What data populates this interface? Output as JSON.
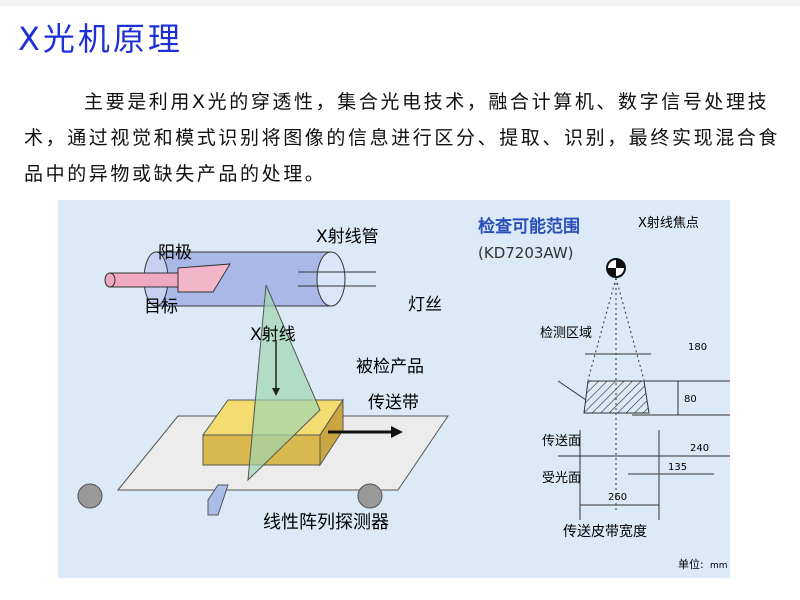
{
  "title": "X光机原理",
  "paragraph": "主要是利用X光的穿透性，集合光电技术，融合计算机、数字信号处理技术，通过视觉和模式识别将图像的信息进行区分、提取、识别，最终实现混合食品中的异物或缺失产品的处理。",
  "left_diagram": {
    "tube": "X射线管",
    "anode": "阳极",
    "target": "目标",
    "filament": "灯丝",
    "xray": "X射线",
    "product": "被检产品",
    "belt": "传送带",
    "detector": "线性阵列探测器"
  },
  "right_diagram": {
    "title": "检查可能范围",
    "model": "(KD7203AW)",
    "focus": "X射线焦点",
    "area": "检测区域",
    "dim_top": "180",
    "dim_height": "80",
    "conveyor_surface": "传送面",
    "dim_240": "240",
    "receive_surface": "受光面",
    "dim_135": "135",
    "dim_260": "260",
    "belt_width": "传送皮带宽度",
    "unit_label": "单位:",
    "unit": "mm"
  }
}
